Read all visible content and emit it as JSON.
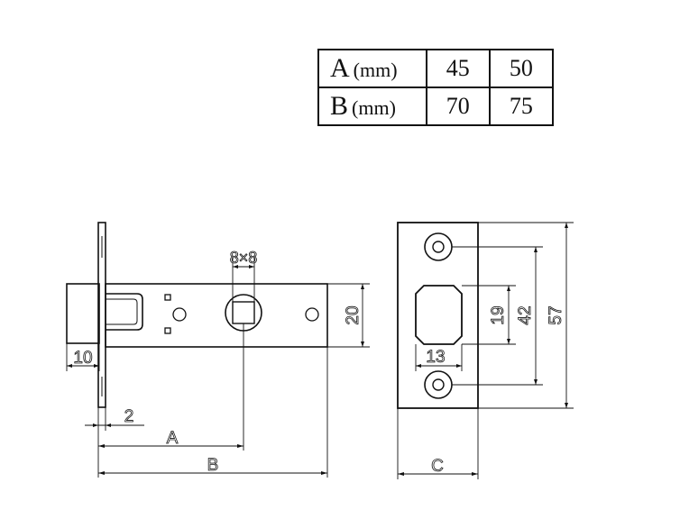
{
  "table": {
    "rows": [
      {
        "label": "A",
        "unit": "(mm)",
        "values": [
          "45",
          "50"
        ]
      },
      {
        "label": "B",
        "unit": "(mm)",
        "values": [
          "70",
          "75"
        ]
      }
    ]
  },
  "dims": {
    "d10": "10",
    "d2": "2",
    "dA": "A",
    "dB": "B",
    "d20": "20",
    "d8x8": "8×8",
    "d13": "13",
    "d19": "19",
    "d42": "42",
    "d57": "57",
    "dC": "C"
  }
}
